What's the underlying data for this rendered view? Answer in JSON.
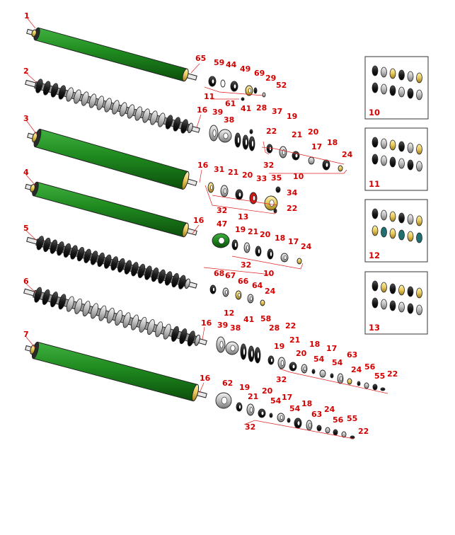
{
  "colors": {
    "label": "#d40000",
    "leader": "#e02020",
    "green": "#1f8a1f",
    "greenDark": "#0f5a0f",
    "brass": "#e7c85a",
    "black": "#1a1a1a",
    "grey": "#c8c8c8",
    "outline": "#222222"
  },
  "rollers": [
    {
      "number": "1",
      "type": "smooth"
    },
    {
      "number": "2",
      "type": "grooved"
    },
    {
      "number": "3",
      "type": "smooth"
    },
    {
      "number": "4",
      "type": "smooth"
    },
    {
      "number": "5",
      "type": "rubber-rings"
    },
    {
      "number": "6",
      "type": "grooved"
    },
    {
      "number": "7",
      "type": "smooth"
    }
  ],
  "callouts": [
    "65",
    "59",
    "44",
    "49",
    "69",
    "29",
    "52",
    "11",
    "61",
    "16",
    "39",
    "38",
    "41",
    "28",
    "37",
    "19",
    "22",
    "21",
    "20",
    "18",
    "17",
    "24",
    "32",
    "10",
    "16",
    "31",
    "21",
    "20",
    "33",
    "35",
    "34",
    "22",
    "32",
    "13",
    "16",
    "47",
    "19",
    "21",
    "20",
    "18",
    "17",
    "24",
    "32",
    "10",
    "68",
    "67",
    "66",
    "64",
    "24",
    "12",
    "16",
    "39",
    "38",
    "41",
    "58",
    "28",
    "22",
    "19",
    "21",
    "18",
    "17",
    "20",
    "54",
    "63",
    "54",
    "24",
    "56",
    "55",
    "22",
    "32",
    "16",
    "62",
    "19",
    "20",
    "21",
    "54",
    "17",
    "54",
    "18",
    "63",
    "24",
    "56",
    "55",
    "22",
    "32"
  ],
  "insets": [
    {
      "number": "10"
    },
    {
      "number": "11"
    },
    {
      "number": "12"
    },
    {
      "number": "13"
    }
  ]
}
